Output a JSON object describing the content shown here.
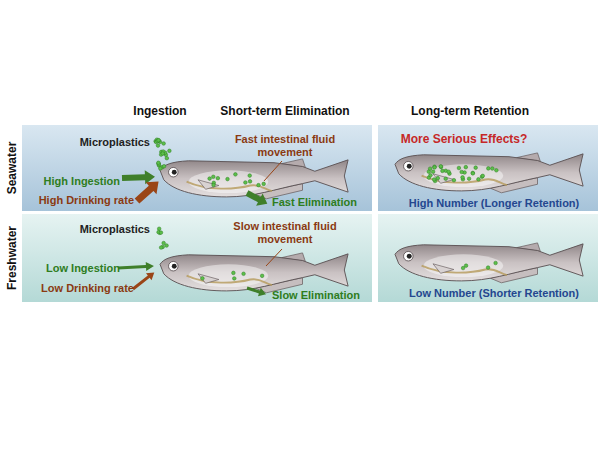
{
  "diagram": {
    "nodes": [
      {
        "text": [
          "Microplastics",
          "High Ingestion",
          "High Drinking rate",
          "Fast intestinal fluid movement",
          "Fast Elimination"
        ]
      },
      {
        "text": [
          "More Serious Effects?",
          "High Number (Longer Retention)"
        ]
      },
      {
        "text": [
          "Microplastics",
          "Low Ingestion",
          "Low Drinking rate",
          "Slow intestinal fluid movement",
          "Slow Elimination"
        ]
      },
      {
        "text": [
          "Low Number (Shorter Retention)"
        ]
      }
    ],
    "labels": [
      "Ingestion",
      "Short-term Elimination",
      "Long-term Retention",
      "Seawater",
      "Freshwater"
    ]
  }
}
